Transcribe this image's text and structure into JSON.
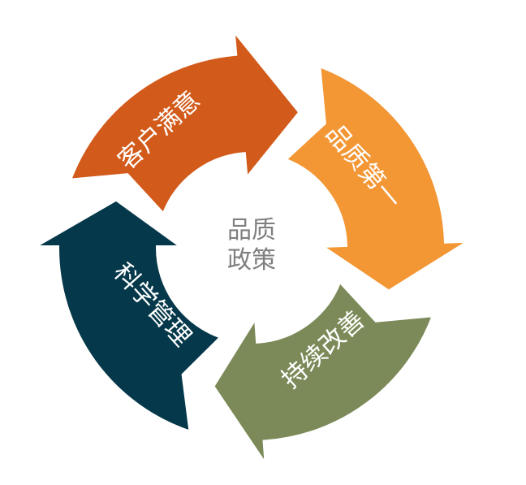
{
  "center": {
    "line1": "品质",
    "line2": "政策"
  },
  "segments": [
    {
      "label": "客户满意",
      "color": "#D25A1A"
    },
    {
      "label": "品质第一",
      "color": "#F39634"
    },
    {
      "label": "持续改善",
      "color": "#7B8A58"
    },
    {
      "label": "科学管理",
      "color": "#05384A"
    }
  ]
}
